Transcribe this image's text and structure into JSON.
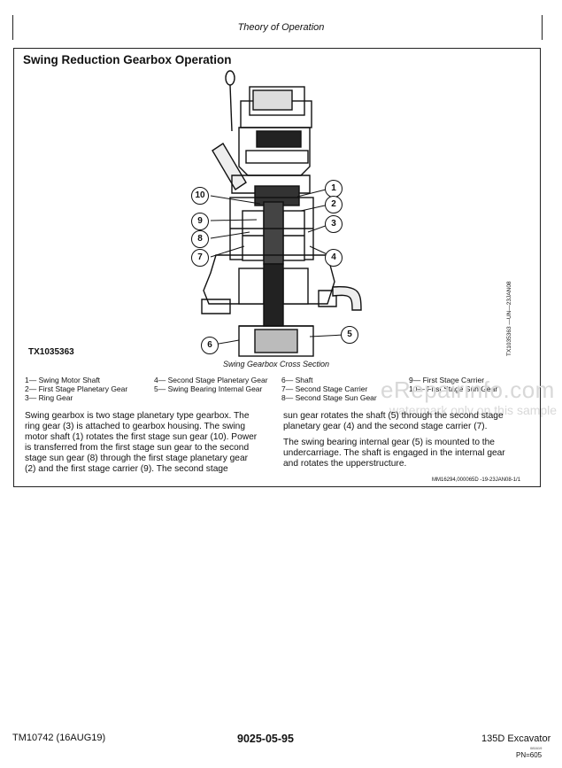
{
  "header": {
    "title": "Theory of Operation"
  },
  "section": {
    "title": "Swing Reduction Gearbox Operation",
    "figure_id": "TX1035363",
    "figure_caption": "Swing Gearbox Cross Section",
    "figure_vertical_id": "TX1035363 —UN—23JAN08",
    "callouts": [
      "1",
      "2",
      "3",
      "4",
      "5",
      "6",
      "7",
      "8",
      "9",
      "10"
    ],
    "legend": {
      "col1": [
        "1— Swing Motor Shaft",
        "2— First Stage Planetary Gear",
        "3— Ring Gear"
      ],
      "col2": [
        "4— Second Stage Planetary Gear",
        "5— Swing Bearing Internal Gear"
      ],
      "col3": [
        "6— Shaft",
        "7— Second Stage Carrier",
        "8— Second Stage Sun Gear"
      ],
      "col4": [
        "9— First Stage Carrier",
        "10— First Stage Sun Gear"
      ]
    },
    "body_left": [
      "Swing gearbox is two stage planetary type gearbox. The",
      "ring gear (3) is attached to gearbox housing. The swing",
      "motor shaft (1) rotates the first stage sun gear (10). Power",
      "is transferred from the first stage sun gear to the second",
      "stage sun gear (8) through the first stage planetary gear",
      "(2) and the first stage carrier (9). The second stage"
    ],
    "body_right_1": [
      "sun gear rotates the shaft (5) through the second stage",
      "planetary gear (4) and the second stage carrier (7)."
    ],
    "body_right_2": [
      "The swing bearing internal gear (5) is mounted to the",
      "undercarriage. The shaft is engaged in the internal gear",
      "and rotates the upperstructure."
    ],
    "ref_code": "MM16294,000065D -19-23JAN08-1/1"
  },
  "watermark": {
    "site": "eRepairinfo.com",
    "note": "watermark only on this sample"
  },
  "footer": {
    "manual": "TM10742 (16AUG19)",
    "page": "9025-05-95",
    "model": "135D Excavator",
    "date": "081619",
    "pn": "PN=605"
  }
}
